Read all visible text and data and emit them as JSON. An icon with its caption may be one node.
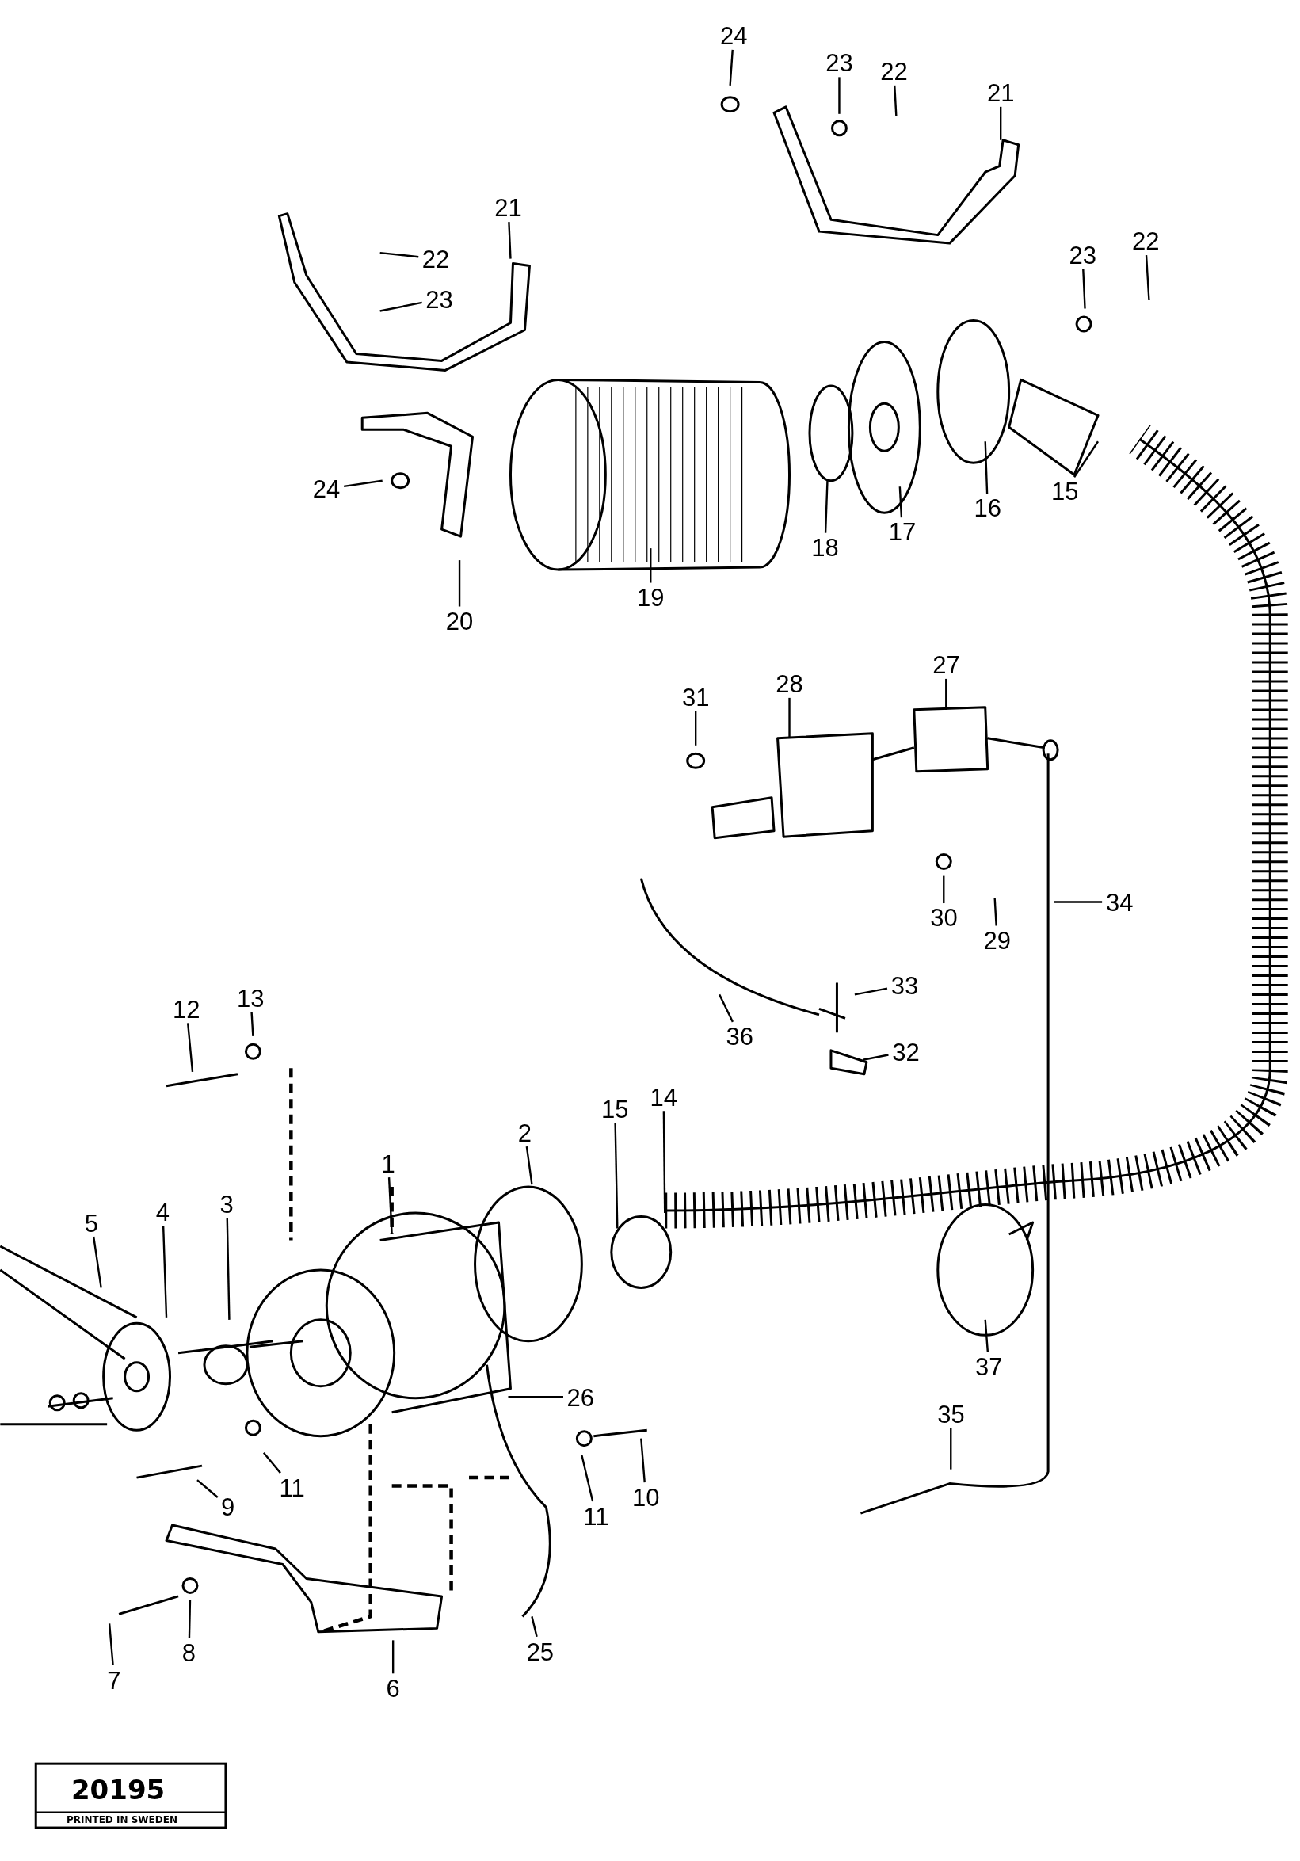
{
  "diagram": {
    "nodes": [
      {
        "text": [
          "24"
        ]
      },
      {
        "text": [
          "23"
        ]
      },
      {
        "text": [
          "22"
        ]
      },
      {
        "text": [
          "21"
        ]
      },
      {
        "text": [
          "21"
        ]
      },
      {
        "text": [
          "22"
        ]
      },
      {
        "text": [
          "23"
        ]
      },
      {
        "text": [
          "23"
        ]
      },
      {
        "text": [
          "22"
        ]
      },
      {
        "text": [
          "24"
        ]
      },
      {
        "text": [
          "15"
        ]
      },
      {
        "text": [
          "16"
        ]
      },
      {
        "text": [
          "17"
        ]
      },
      {
        "text": [
          "18"
        ]
      },
      {
        "text": [
          "19"
        ]
      },
      {
        "text": [
          "20"
        ]
      },
      {
        "text": [
          "27"
        ]
      },
      {
        "text": [
          "28"
        ]
      },
      {
        "text": [
          "31"
        ]
      },
      {
        "text": [
          "34"
        ]
      },
      {
        "text": [
          "30"
        ]
      },
      {
        "text": [
          "29"
        ]
      },
      {
        "text": [
          "33"
        ]
      },
      {
        "text": [
          "12"
        ]
      },
      {
        "text": [
          "13"
        ]
      },
      {
        "text": [
          "36"
        ]
      },
      {
        "text": [
          "32"
        ]
      },
      {
        "text": [
          "14"
        ]
      },
      {
        "text": [
          "2"
        ]
      },
      {
        "text": [
          "15"
        ]
      },
      {
        "text": [
          "1"
        ]
      },
      {
        "text": [
          "4"
        ]
      },
      {
        "text": [
          "3"
        ]
      },
      {
        "text": [
          "5"
        ]
      },
      {
        "text": [
          "37"
        ]
      },
      {
        "text": [
          "26"
        ]
      },
      {
        "text": [
          "35"
        ]
      },
      {
        "text": [
          "10"
        ]
      },
      {
        "text": [
          "11"
        ]
      },
      {
        "text": [
          "9"
        ]
      },
      {
        "text": [
          "11"
        ]
      },
      {
        "text": [
          "8"
        ]
      },
      {
        "text": [
          "25"
        ]
      },
      {
        "text": [
          "7"
        ]
      },
      {
        "text": [
          "6"
        ]
      }
    ],
    "edges": [
      {
        "from": 0,
        "to": null,
        "arrow": "none"
      },
      {
        "from": 1,
        "to": null,
        "arrow": "none"
      },
      {
        "from": 2,
        "to": null,
        "arrow": "none"
      },
      {
        "from": 3,
        "to": null,
        "arrow": "none"
      },
      {
        "from": 4,
        "to": null,
        "arrow": "none"
      },
      {
        "from": 5,
        "to": null,
        "arrow": "none"
      },
      {
        "from": 6,
        "to": null,
        "arrow": "none"
      },
      {
        "from": 7,
        "to": null,
        "arrow": "none"
      },
      {
        "from": 8,
        "to": null,
        "arrow": "none"
      },
      {
        "from": 9,
        "to": null,
        "arrow": "none"
      },
      {
        "from": 10,
        "to": null,
        "arrow": "none"
      },
      {
        "from": 11,
        "to": null,
        "arrow": "none"
      },
      {
        "from": 12,
        "to": null,
        "arrow": "none"
      },
      {
        "from": 13,
        "to": null,
        "arrow": "none"
      },
      {
        "from": 14,
        "to": null,
        "arrow": "none"
      },
      {
        "from": 15,
        "to": null,
        "arrow": "none"
      },
      {
        "from": 16,
        "to": null,
        "arrow": "none"
      },
      {
        "from": 17,
        "to": null,
        "arrow": "none"
      },
      {
        "from": 18,
        "to": null,
        "arrow": "none"
      },
      {
        "from": 19,
        "to": null,
        "arrow": "none"
      },
      {
        "from": 20,
        "to": null,
        "arrow": "none"
      },
      {
        "from": 21,
        "to": null,
        "arrow": "none"
      },
      {
        "from": 22,
        "to": null,
        "arrow": "none"
      },
      {
        "from": 23,
        "to": null,
        "arrow": "none"
      },
      {
        "from": 24,
        "to": null,
        "arrow": "none"
      },
      {
        "from": 25,
        "to": null,
        "arrow": "none"
      },
      {
        "from": 26,
        "to": null,
        "arrow": "none"
      },
      {
        "from": 27,
        "to": null,
        "arrow": "none"
      },
      {
        "from": 28,
        "to": null,
        "arrow": "none"
      },
      {
        "from": 29,
        "to": null,
        "arrow": "none"
      },
      {
        "from": 30,
        "to": null,
        "arrow": "none"
      },
      {
        "from": 31,
        "to": null,
        "arrow": "none"
      },
      {
        "from": 32,
        "to": null,
        "arrow": "none"
      },
      {
        "from": 33,
        "to": null,
        "arrow": "none"
      },
      {
        "from": 34,
        "to": null,
        "arrow": "none"
      },
      {
        "from": 35,
        "to": null,
        "arrow": "none"
      },
      {
        "from": 36,
        "to": null,
        "arrow": "none"
      },
      {
        "from": 37,
        "to": null,
        "arrow": "none"
      },
      {
        "from": 38,
        "to": null,
        "arrow": "none"
      },
      {
        "from": 39,
        "to": null,
        "arrow": "none"
      },
      {
        "from": 40,
        "to": null,
        "arrow": "none"
      },
      {
        "from": 41,
        "to": null,
        "arrow": "none"
      },
      {
        "from": 42,
        "to": null,
        "arrow": "none"
      },
      {
        "from": 43,
        "to": null,
        "arrow": "none"
      },
      {
        "from": 44,
        "to": null,
        "arrow": "none"
      }
    ],
    "labels": [
      "20195",
      "PRINTED IN SWEDEN"
    ]
  }
}
